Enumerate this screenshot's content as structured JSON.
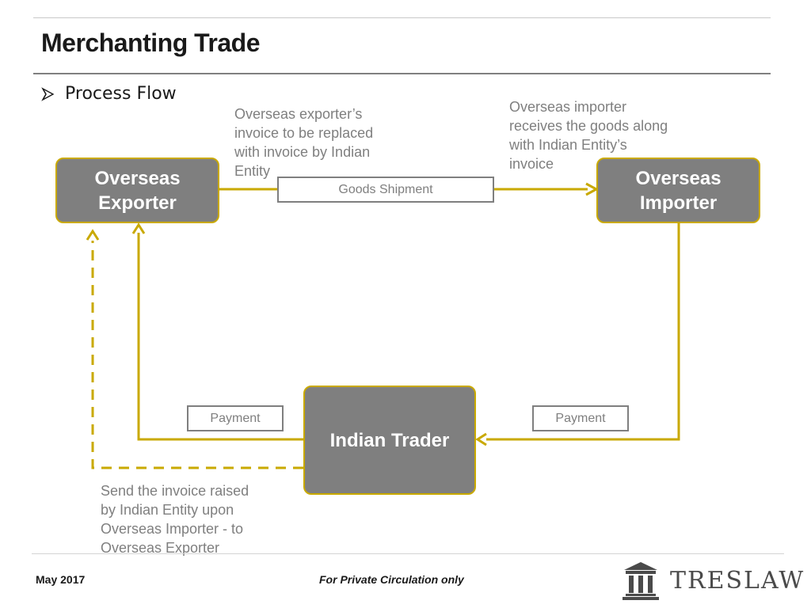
{
  "header": {
    "title": "Merchanting Trade",
    "bullet": "Process Flow"
  },
  "diagram": {
    "nodes": {
      "overseas_exporter": "Overseas\nExporter",
      "overseas_importer": "Overseas\nImporter",
      "indian_trader": "Indian Trader"
    },
    "edge_labels": {
      "goods_shipment": "Goods Shipment",
      "payment_to_exporter": "Payment",
      "payment_from_importer": "Payment"
    },
    "notes": {
      "invoice_replaced": "Overseas exporter’s\ninvoice to be replaced\nwith invoice by Indian\nEntity",
      "importer_receives": "Overseas importer\nreceives the goods along\nwith Indian Entity’s\ninvoice",
      "send_invoice": "Send the invoice raised\nby Indian Entity upon\nOverseas Importer - to\nOverseas Exporter"
    },
    "colors": {
      "node_fill": "#7f7f7f",
      "node_border": "#c9a900",
      "connector": "#c9a900",
      "note_text": "#7f7f7f"
    }
  },
  "footer": {
    "date": "May 2017",
    "notice": "For Private Circulation only",
    "logo_text": "TRESLAW",
    "logo_icon": "pillar-building-icon"
  }
}
